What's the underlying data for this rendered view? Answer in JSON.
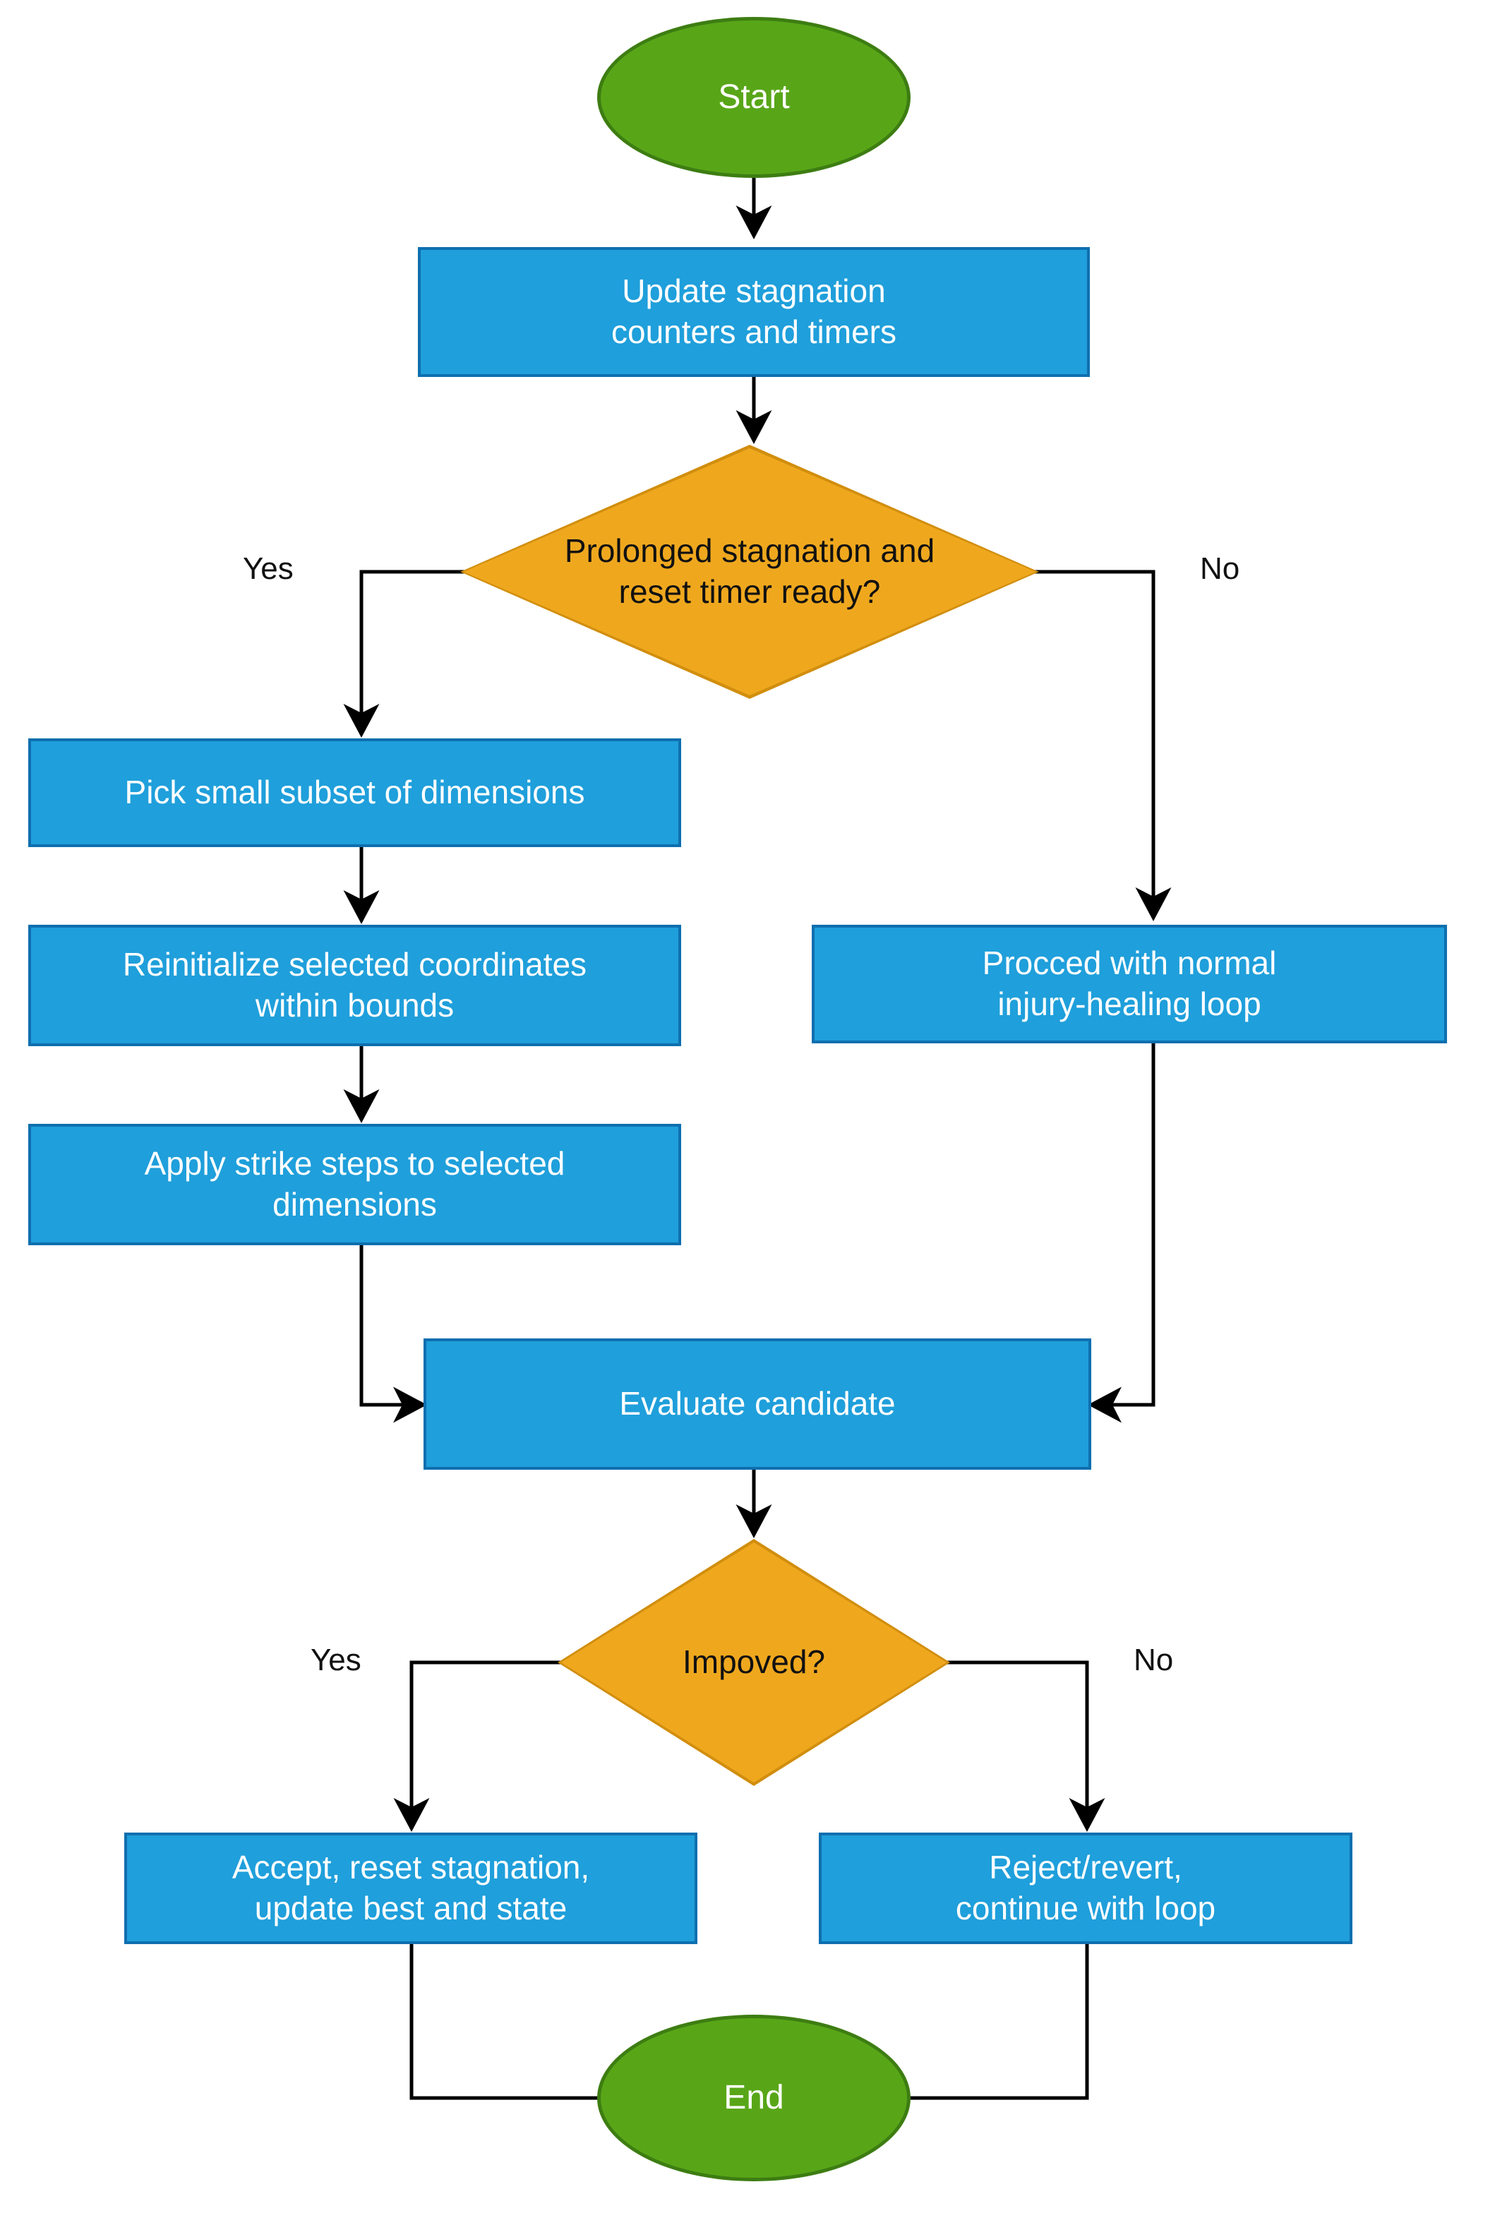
{
  "diagram": {
    "title": "Stagnation reset flowchart",
    "colors": {
      "process_fill": "#1f9fdb",
      "process_border": "#0e6faf",
      "process_text": "#ffffff",
      "decision_fill": "#efa81e",
      "decision_border": "#d18e0e",
      "decision_text": "#111111",
      "terminal_fill": "#58a618",
      "terminal_border": "#3d7d12",
      "terminal_text": "#ffffff",
      "edge_stroke": "#000000",
      "background": "#ffffff"
    },
    "nodes": {
      "start": {
        "label": "Start",
        "shape": "ellipse"
      },
      "update_counters": {
        "label": "Update stagnation\ncounters and timers",
        "shape": "process"
      },
      "stagnation_decision": {
        "label": "Prolonged stagnation and\nreset timer ready?",
        "shape": "decision"
      },
      "pick_subset": {
        "label": "Pick small subset of dimensions",
        "shape": "process"
      },
      "reinitialize": {
        "label": "Reinitialize selected coordinates\nwithin bounds",
        "shape": "process"
      },
      "apply_strike": {
        "label": "Apply strike steps to selected\ndimensions",
        "shape": "process"
      },
      "normal_loop": {
        "label": "Procced with normal\ninjury-healing loop",
        "shape": "process"
      },
      "evaluate": {
        "label": "Evaluate candidate",
        "shape": "process"
      },
      "improved_decision": {
        "label": "Impoved?",
        "shape": "decision"
      },
      "accept": {
        "label": "Accept, reset stagnation,\nupdate best and state",
        "shape": "process"
      },
      "reject": {
        "label": "Reject/revert,\ncontinue with loop",
        "shape": "process"
      },
      "end": {
        "label": "End",
        "shape": "ellipse"
      }
    },
    "edge_labels": {
      "stagnation_yes": "Yes",
      "stagnation_no": "No",
      "improved_yes": "Yes",
      "improved_no": "No"
    }
  },
  "chart_data": {
    "type": "diagram",
    "subtype": "flowchart",
    "orientation": "top-to-bottom",
    "nodes": [
      {
        "id": "start",
        "shape": "ellipse",
        "text": "Start"
      },
      {
        "id": "update_counters",
        "shape": "process",
        "text": "Update stagnation counters and timers"
      },
      {
        "id": "stagnation_decision",
        "shape": "decision",
        "text": "Prolonged stagnation and reset timer ready?"
      },
      {
        "id": "pick_subset",
        "shape": "process",
        "text": "Pick small subset of dimensions"
      },
      {
        "id": "reinitialize",
        "shape": "process",
        "text": "Reinitialize selected coordinates within bounds"
      },
      {
        "id": "apply_strike",
        "shape": "process",
        "text": "Apply strike steps to selected dimensions"
      },
      {
        "id": "normal_loop",
        "shape": "process",
        "text": "Procced with normal injury-healing loop"
      },
      {
        "id": "evaluate",
        "shape": "process",
        "text": "Evaluate candidate"
      },
      {
        "id": "improved_decision",
        "shape": "decision",
        "text": "Impoved?"
      },
      {
        "id": "accept",
        "shape": "process",
        "text": "Accept, reset stagnation, update best and state"
      },
      {
        "id": "reject",
        "shape": "process",
        "text": "Reject/revert, continue with loop"
      },
      {
        "id": "end",
        "shape": "ellipse",
        "text": "End"
      }
    ],
    "edges": [
      {
        "from": "start",
        "to": "update_counters",
        "label": ""
      },
      {
        "from": "update_counters",
        "to": "stagnation_decision",
        "label": ""
      },
      {
        "from": "stagnation_decision",
        "to": "pick_subset",
        "label": "Yes"
      },
      {
        "from": "stagnation_decision",
        "to": "normal_loop",
        "label": "No"
      },
      {
        "from": "pick_subset",
        "to": "reinitialize",
        "label": ""
      },
      {
        "from": "reinitialize",
        "to": "apply_strike",
        "label": ""
      },
      {
        "from": "apply_strike",
        "to": "evaluate",
        "label": ""
      },
      {
        "from": "normal_loop",
        "to": "evaluate",
        "label": ""
      },
      {
        "from": "evaluate",
        "to": "improved_decision",
        "label": ""
      },
      {
        "from": "improved_decision",
        "to": "accept",
        "label": "Yes"
      },
      {
        "from": "improved_decision",
        "to": "reject",
        "label": "No"
      },
      {
        "from": "accept",
        "to": "end",
        "label": ""
      },
      {
        "from": "reject",
        "to": "end",
        "label": ""
      }
    ]
  }
}
